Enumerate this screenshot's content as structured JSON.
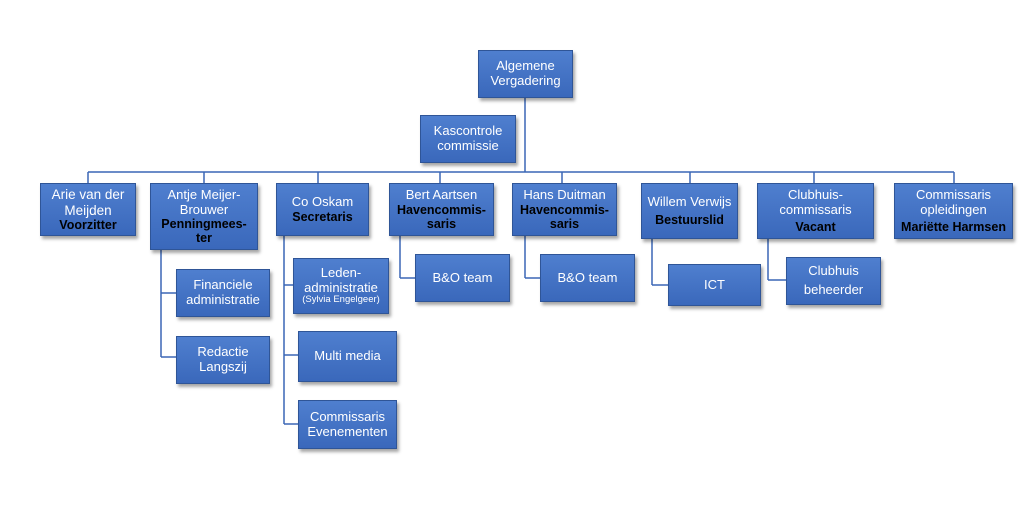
{
  "top": {
    "line1": "Algemene",
    "line2": "Vergadering"
  },
  "kascontrole": {
    "line1": "Kascontrole",
    "line2": "commissie"
  },
  "board": [
    {
      "line1": "Arie van der",
      "line2": "Meijden",
      "role": "Voorzitter"
    },
    {
      "line1": "Antje Meijer-",
      "line2": "Brouwer",
      "role1": "Penningmees-",
      "role2": "ter"
    },
    {
      "name": "Co Oskam",
      "role": "Secretaris"
    },
    {
      "name": "Bert Aartsen",
      "role1": "Havencommis-",
      "role2": "saris"
    },
    {
      "name": "Hans Duitman",
      "role1": "Havencommis-",
      "role2": "saris"
    },
    {
      "name": "Willem Verwijs",
      "role": "Bestuurslid"
    },
    {
      "line1": "Clubhuis-",
      "line2": "commissaris",
      "role": "Vacant"
    },
    {
      "line1": "Commissaris",
      "line2": "opleidingen",
      "role": "Mariëtte Harmsen"
    }
  ],
  "sub": {
    "financiele": {
      "line1": "Financiele",
      "line2": "administratie"
    },
    "redactie": {
      "line1": "Redactie",
      "line2": "Langszij"
    },
    "leden": {
      "line1": "Leden-",
      "line2": "administratie",
      "line3": "(Sylvia Engelgeer)"
    },
    "multimedia": "Multi media",
    "evenementen": {
      "line1": "Commissaris",
      "line2": "Evenementen"
    },
    "bo1": "B&O team",
    "bo2": "B&O team",
    "ict": "ICT",
    "clubhuis": {
      "line1": "Clubhuis",
      "line2": "beheerder"
    }
  },
  "colors": {
    "box": "#4472c4",
    "line": "#3a66b5"
  }
}
